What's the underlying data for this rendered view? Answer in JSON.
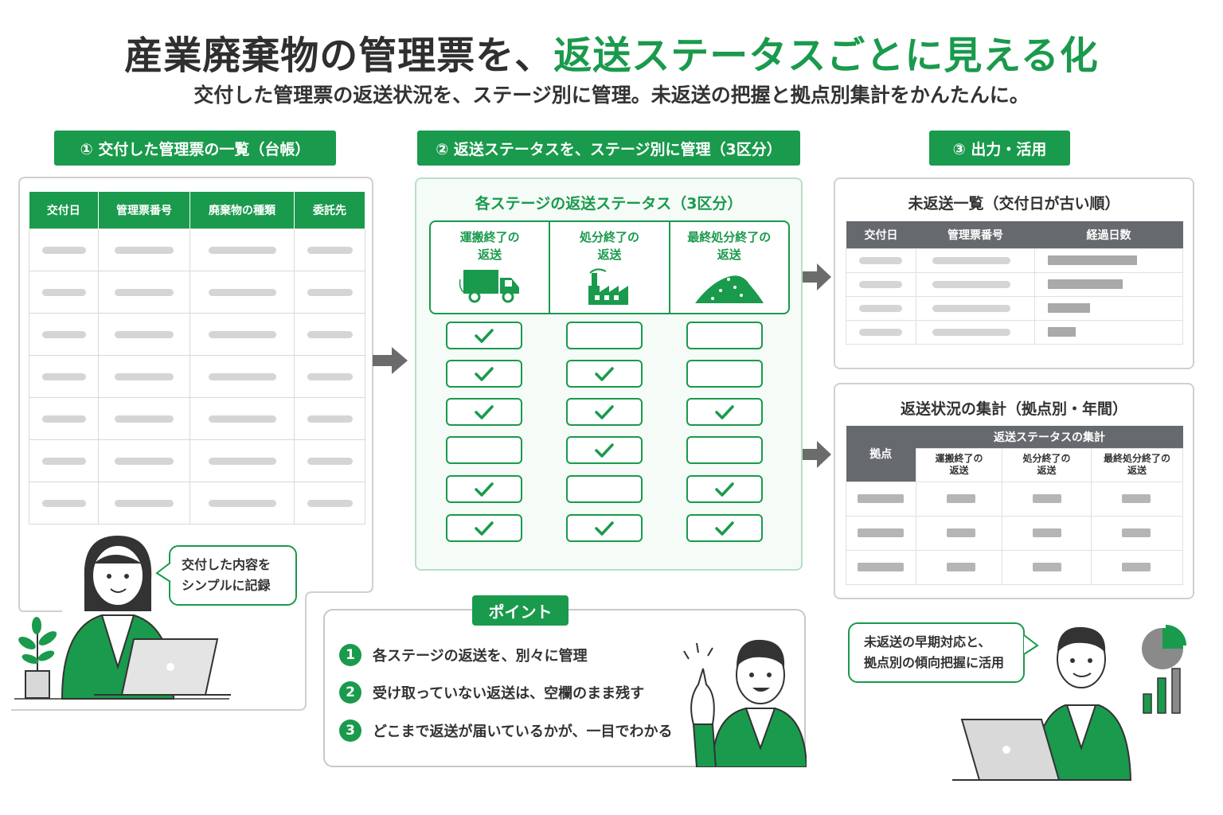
{
  "title": {
    "part1": "産業廃棄物の管理票を、",
    "part2": "返送ステータスごとに見える化"
  },
  "subtitle": "交付した管理票の返送状況を、ステージ別に管理。未返送の把握と拠点別集計をかんたんに。",
  "sections": {
    "s1": "① 交付した管理票の一覧（台帳）",
    "s2": "② 返送ステータスを、ステージ別に管理（3区分）",
    "s3": "③ 出力・活用"
  },
  "ledger": {
    "headers": [
      "交付日",
      "管理票番号",
      "廃棄物の種類",
      "委託先"
    ]
  },
  "status": {
    "heading": "各ステージの返送ステータス（3区分）",
    "stages": [
      {
        "line1": "運搬終了の",
        "line2": "返送",
        "icon": "truck-icon"
      },
      {
        "line1": "処分終了の",
        "line2": "返送",
        "icon": "factory-icon"
      },
      {
        "line1": "最終処分終了の",
        "line2": "返送",
        "icon": "landfill-icon"
      }
    ],
    "checks": [
      [
        true,
        false,
        false
      ],
      [
        true,
        true,
        false
      ],
      [
        true,
        true,
        true
      ],
      [
        false,
        true,
        false
      ],
      [
        true,
        false,
        true
      ],
      [
        true,
        true,
        true
      ]
    ]
  },
  "unreturned": {
    "title": "未返送一覧（交付日が古い順）",
    "headers": [
      "交付日",
      "管理票番号",
      "経過日数"
    ],
    "elapsed_bars": [
      1.0,
      0.84,
      0.47,
      0.31
    ]
  },
  "summary": {
    "title": "返送状況の集計（拠点別・年間）",
    "header_site": "拠点",
    "header_group": "返送ステータスの集計",
    "subheaders": [
      {
        "line1": "運搬終了の",
        "line2": "返送"
      },
      {
        "line1": "処分終了の",
        "line2": "返送"
      },
      {
        "line1": "最終処分終了の",
        "line2": "返送"
      }
    ]
  },
  "bubbles": {
    "left": {
      "line1": "交付した内容を",
      "line2": "シンプルに記録"
    },
    "right": {
      "line1": "未返送の早期対応と、",
      "line2": "拠点別の傾向把握に活用"
    }
  },
  "points": {
    "badge": "ポイント",
    "items": [
      {
        "num": "1",
        "text": "各ステージの返送を、別々に管理"
      },
      {
        "num": "2",
        "text": "受け取っていない返送は、空欄のまま残す"
      },
      {
        "num": "3",
        "text": "どこまで返送が届いているかが、一目でわかる"
      }
    ]
  },
  "colors": {
    "accent": "#1a9a4c",
    "gray_header": "#666a6e"
  }
}
